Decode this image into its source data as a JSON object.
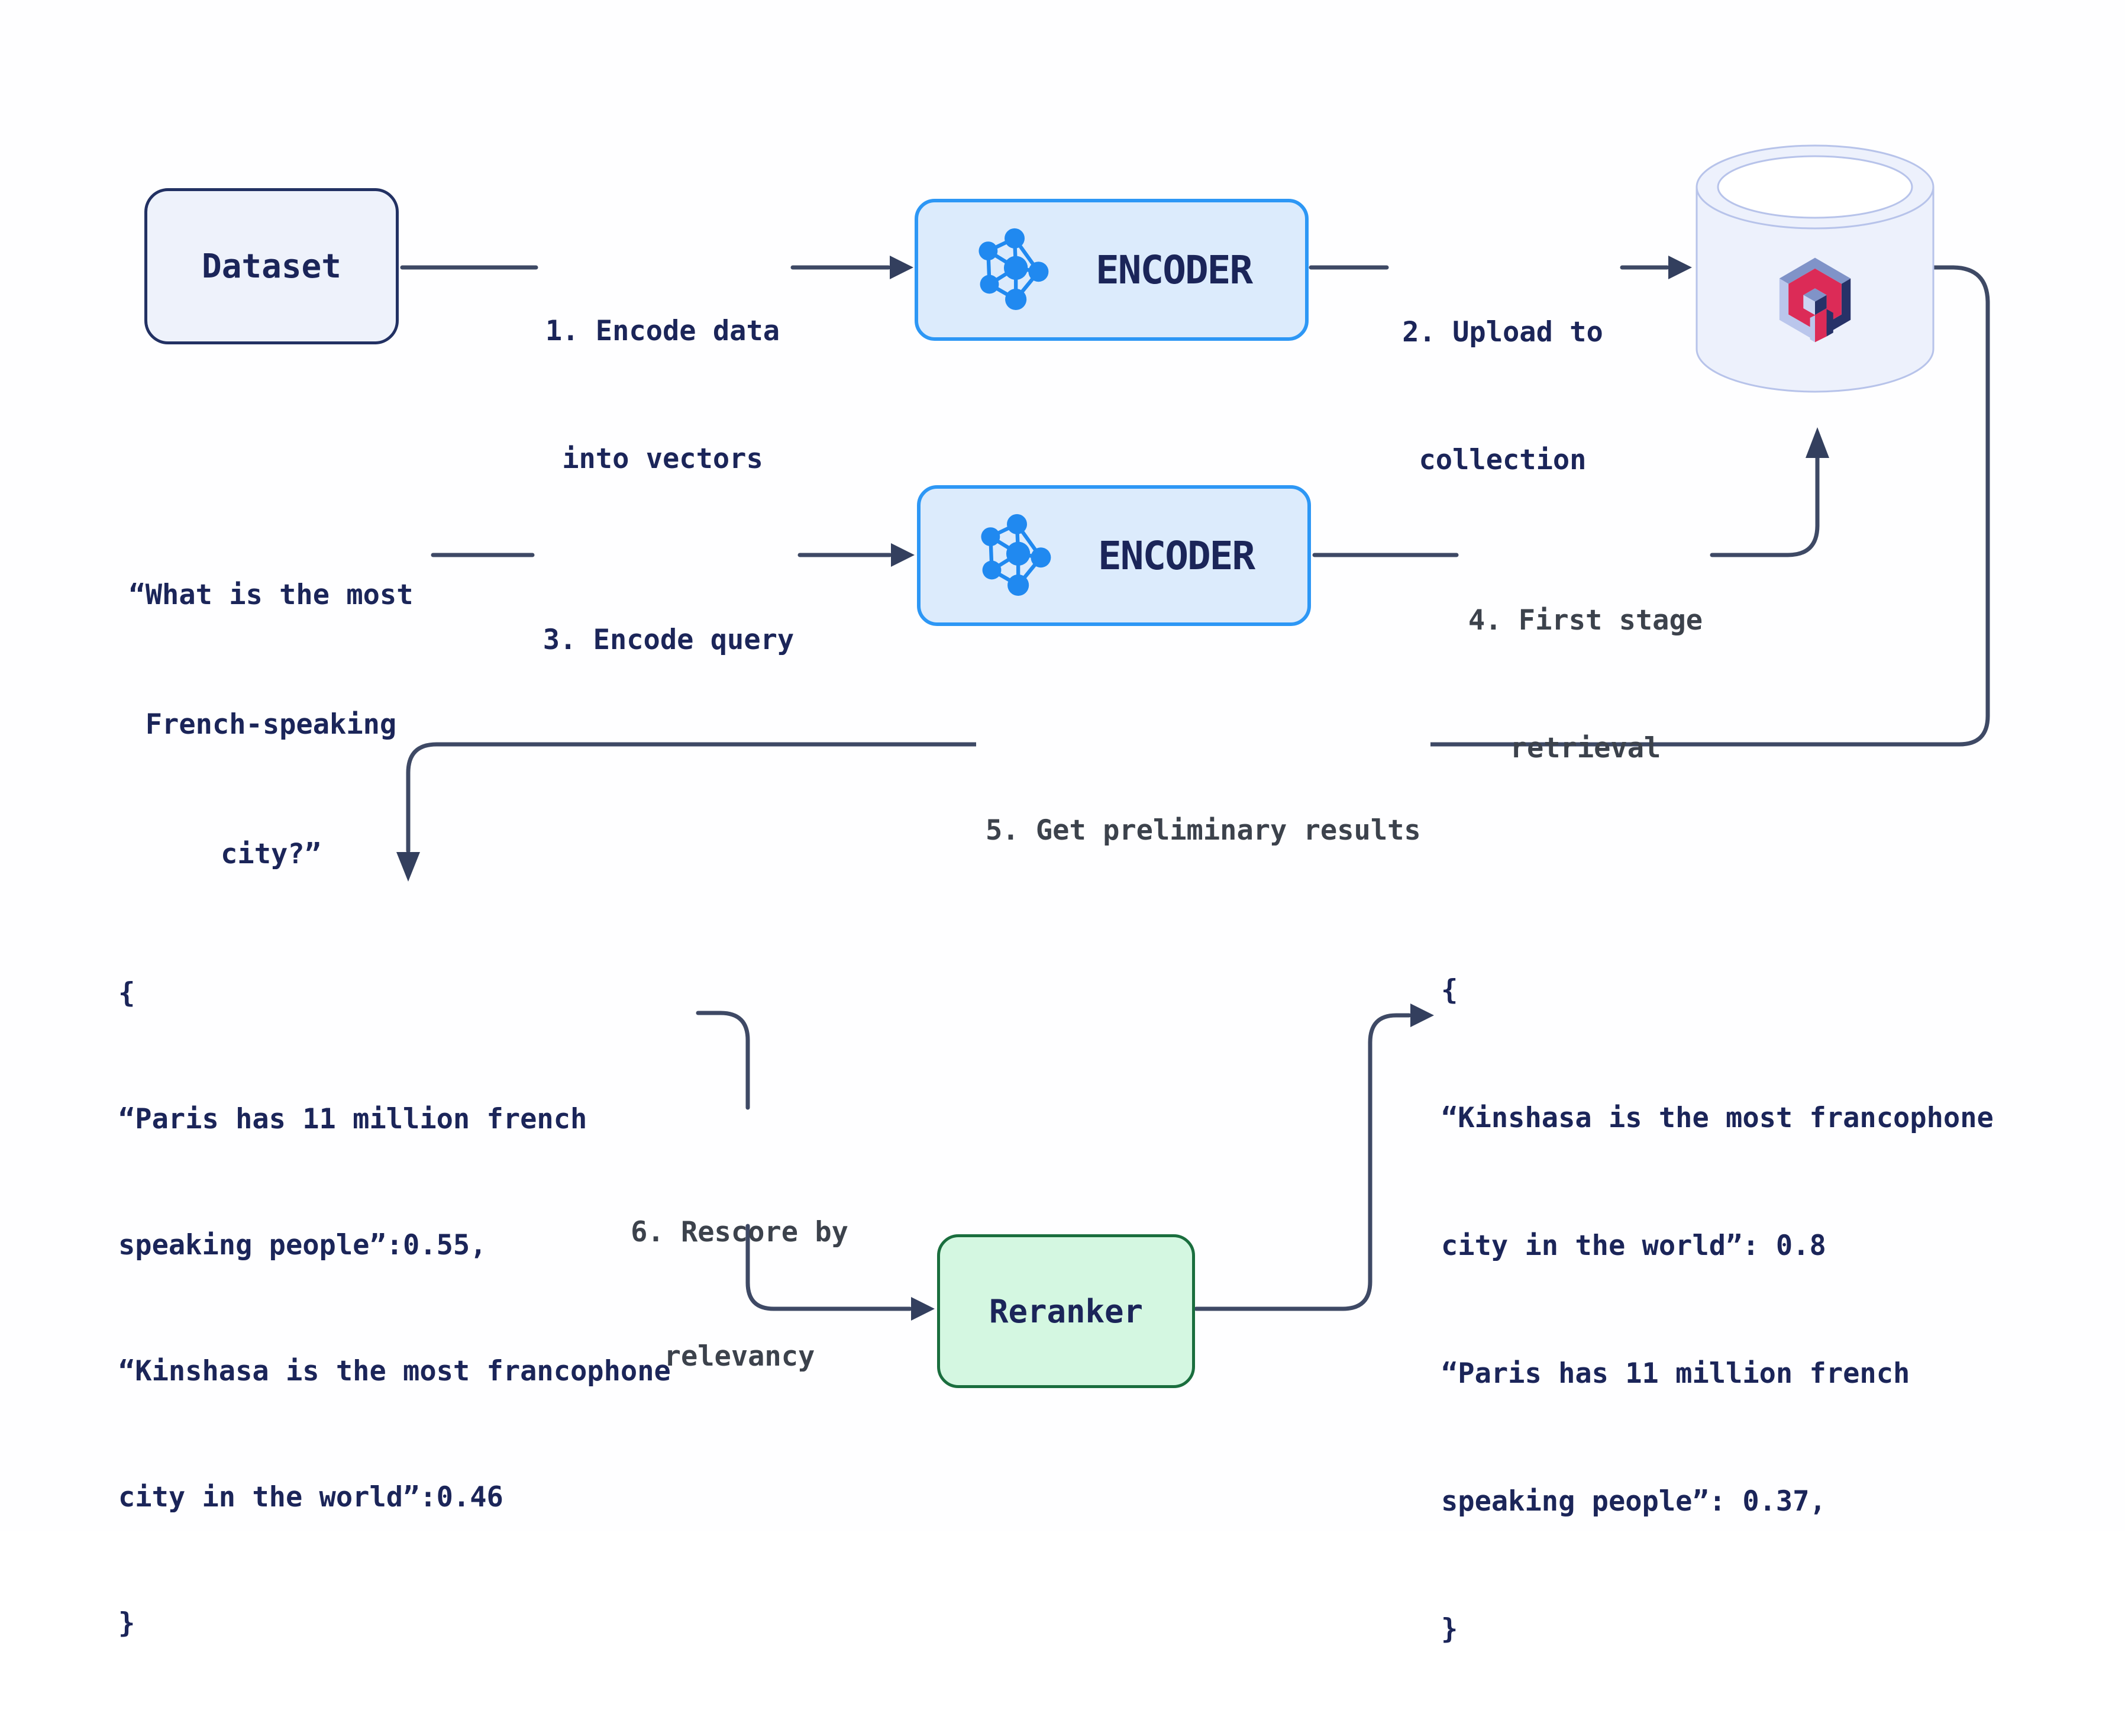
{
  "diagram": {
    "dataset": {
      "label": "Dataset"
    },
    "encoder_top": {
      "label": "ENCODER"
    },
    "encoder_bottom": {
      "label": "ENCODER"
    },
    "database": {
      "icon": "qdrant-cylinder"
    },
    "reranker": {
      "label": "Reranker"
    },
    "query": {
      "line1": "“What is the most",
      "line2": "French-speaking",
      "line3": "city?”"
    },
    "steps": {
      "s1": {
        "line1": "1. Encode data",
        "line2": "into vectors"
      },
      "s2": {
        "line1": "2. Upload to",
        "line2": "collection"
      },
      "s3": {
        "line1": "3. Encode query"
      },
      "s4": {
        "line1": "4. First stage",
        "line2": "retrieval"
      },
      "s5": {
        "line1": "5. Get preliminary results"
      },
      "s6": {
        "line1": "6. Rescore by",
        "line2": "relevancy"
      }
    },
    "results_preliminary": {
      "lines": [
        "{",
        "“Paris has 11 million french",
        "speaking people”:0.55,",
        "“Kinshasa is the most francophone",
        "city in the world”:0.46",
        "}"
      ],
      "scores": {
        "paris": 0.55,
        "kinshasa": 0.46
      }
    },
    "results_reranked": {
      "lines": [
        "{",
        "“Kinshasa is the most francophone",
        "city in the world”: 0.8",
        "“Paris has 11 million french",
        "speaking people”: 0.37,",
        "}"
      ],
      "scores": {
        "kinshasa": 0.8,
        "paris": 0.37
      }
    },
    "colors": {
      "navy_text": "#1b2559",
      "gray_text": "#3c424c",
      "wire": "#3e4965",
      "arrowhead": "#333f5e",
      "dataset_fill": "#eef2fb",
      "dataset_border": "#223163",
      "encoder_fill": "#dcebfc",
      "encoder_border": "#2d97f5",
      "encoder_icon_blue": "#2089f0",
      "reranker_fill": "#d4f7e1",
      "reranker_border": "#1a6e3e",
      "cylinder_fill": "#edf1fc",
      "cylinder_stroke": "#b7c3ea",
      "logo_red": "#dc2b57",
      "logo_navy": "#273268",
      "logo_slate": "#8093c8",
      "logo_light": "#bac6ec"
    }
  }
}
